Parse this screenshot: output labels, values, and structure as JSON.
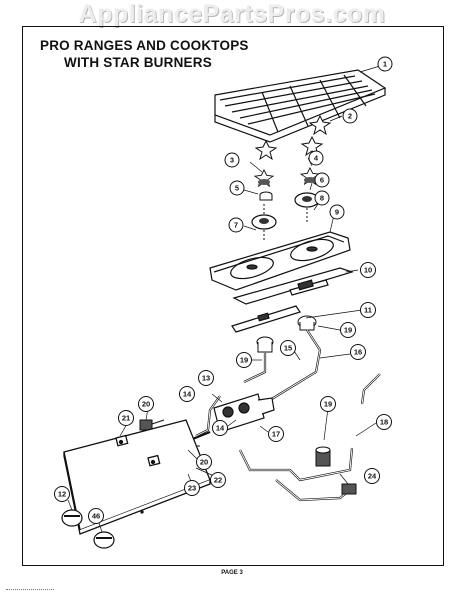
{
  "watermark": "AppliancePartsPros.com",
  "title": {
    "line1": "PRO RANGES AND COOKTOPS",
    "line2": "WITH STAR BURNERS"
  },
  "page_label": "PAGE 3",
  "callouts": [
    "1",
    "2",
    "3",
    "4",
    "5",
    "6",
    "7",
    "8",
    "9",
    "10",
    "11",
    "12",
    "13",
    "14",
    "14",
    "15",
    "16",
    "17",
    "18",
    "19",
    "19",
    "19",
    "20",
    "20",
    "21",
    "22",
    "23",
    "24",
    "46"
  ]
}
